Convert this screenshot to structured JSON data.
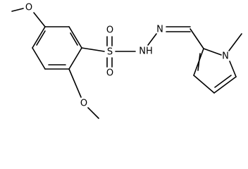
{
  "molecule": {
    "atoms": {
      "o_top": "O",
      "s": "S",
      "o_upper": "O",
      "o_lower": "O",
      "nh": "NH",
      "n_imine": "N",
      "n_ring": "N",
      "o_bottom": "O"
    }
  }
}
